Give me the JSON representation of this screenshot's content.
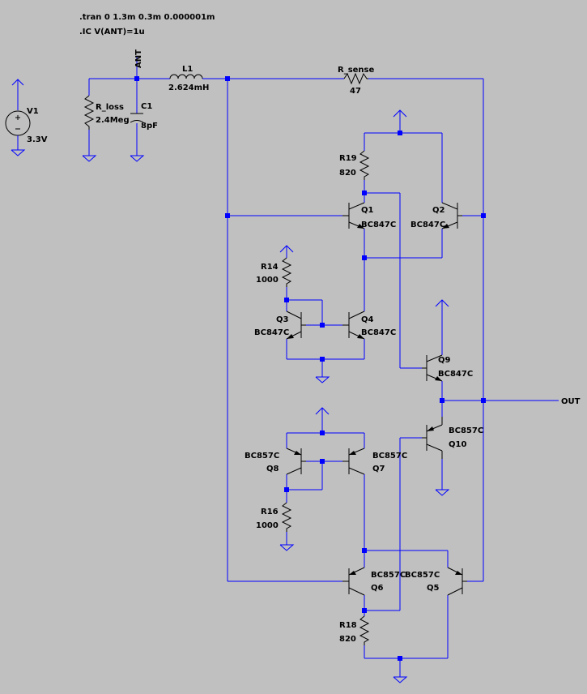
{
  "directives": {
    "tran": ".tran 0 1.3m 0.3m 0.000001m",
    "ic": ".IC V(ANT)=1u"
  },
  "labels": {
    "V1": {
      "name": "V1",
      "value": "3.3V"
    },
    "R_loss": {
      "name": "R_loss",
      "value": "2.4Meg"
    },
    "C1": {
      "name": "C1",
      "value": "8pF"
    },
    "L1": {
      "name": "L1",
      "value": "2.624mH"
    },
    "R_sense": {
      "name": "R_sense",
      "value": "47"
    },
    "R19": {
      "name": "R19",
      "value": "820"
    },
    "R14": {
      "name": "R14",
      "value": "1000"
    },
    "R16": {
      "name": "R16",
      "value": "1000"
    },
    "R18": {
      "name": "R18",
      "value": "820"
    },
    "Q1": {
      "name": "Q1",
      "value": "BC847C"
    },
    "Q2": {
      "name": "Q2",
      "value": "BC847C"
    },
    "Q3": {
      "name": "Q3",
      "value": "BC847C"
    },
    "Q4": {
      "name": "Q4",
      "value": "BC847C"
    },
    "Q5": {
      "name": "Q5",
      "value": "BC857C"
    },
    "Q6": {
      "name": "Q6",
      "value": "BC857C"
    },
    "Q7": {
      "name": "Q7",
      "value": "BC857C"
    },
    "Q8": {
      "name": "Q8",
      "value": "BC857C"
    },
    "Q9": {
      "name": "Q9",
      "value": "BC847C"
    },
    "Q10": {
      "name": "Q10",
      "value": "BC857C"
    }
  },
  "nets": {
    "ant": "ANT",
    "out": "OUT"
  },
  "colors": {
    "background": "#c0c0c0",
    "wire": "#0000ff",
    "component": "#000000",
    "text": "#000000"
  }
}
